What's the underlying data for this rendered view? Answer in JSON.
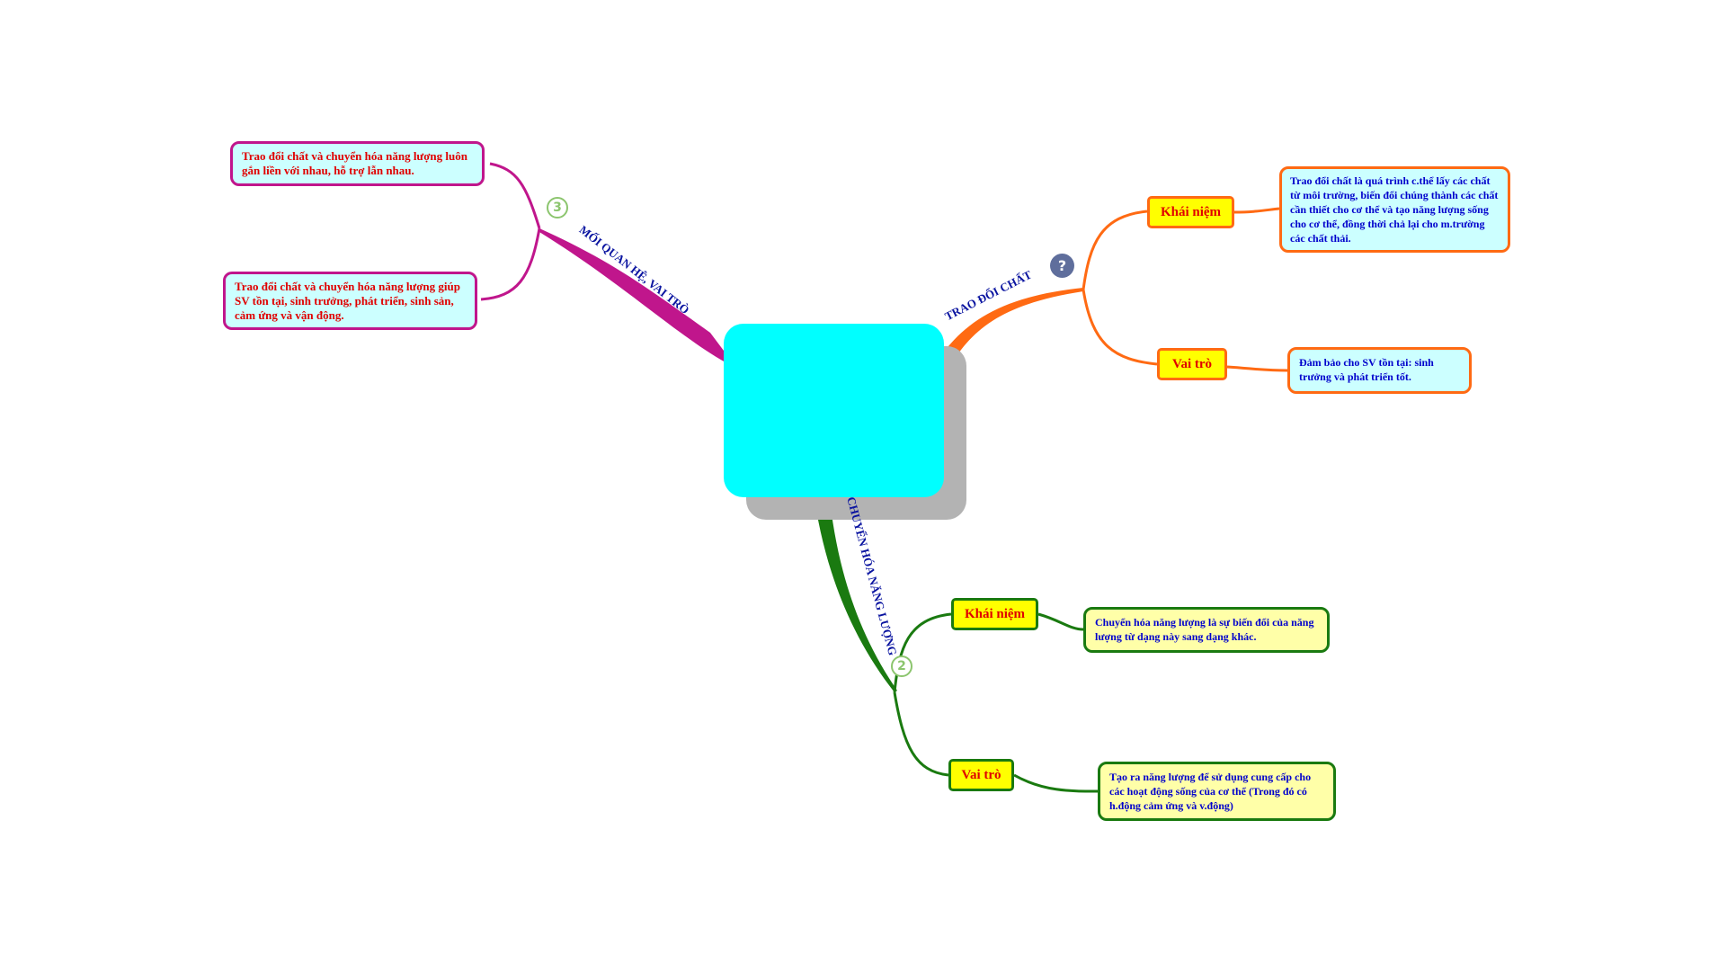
{
  "colors": {
    "pink": "#c0168c",
    "orange": "#ff6a13",
    "green": "#1a7a10",
    "center": "#00ffff",
    "label_bg": "#ffff00"
  },
  "center_node": {
    "text": ""
  },
  "branches": {
    "relation": {
      "title": "MỐI QUAN HỆ, VAI TRÒ",
      "marker": "3",
      "marker_icon": "number-3-icon",
      "notes": [
        "Trao đổi chất và chuyển hóa năng lượng luôn gắn liền với nhau, hỗ trợ lẫn nhau.",
        "Trao đổi chất và chuyển hóa năng lượng giúp SV tồn tại, sinh trưởng, phát triển, sinh sản, cảm ứng và vận động."
      ]
    },
    "metabolism": {
      "title": "TRAO ĐỔI CHẤT",
      "marker": "?",
      "marker_icon": "question-icon",
      "concept_label": "Khái niệm",
      "concept_text": "Trao đổi chất là quá trình c.thể lấy các chất từ môi trường, biến đổi chúng thành các chất cần thiết cho cơ thể và tạo năng lượng sống cho cơ thể, đồng thời chả lại cho m.trường các chất thải.",
      "role_label": "Vai trò",
      "role_text": "Đảm bảo cho SV tồn tại: sinh trưởng và phát triển tốt."
    },
    "energy": {
      "title": "CHUYỂN HÓA NĂNG LƯỢNG",
      "marker": "2",
      "marker_icon": "number-2-icon",
      "concept_label": "Khái niệm",
      "concept_text": "Chuyển hóa năng lượng là sự biến đổi của năng lượng từ dạng này sang dạng khác.",
      "role_label": "Vai trò",
      "role_text": "Tạo ra năng lượng để sử dụng cung cấp cho các hoạt động sống của cơ thể (Trong đó có h.động cảm ứng và v.động)"
    }
  }
}
